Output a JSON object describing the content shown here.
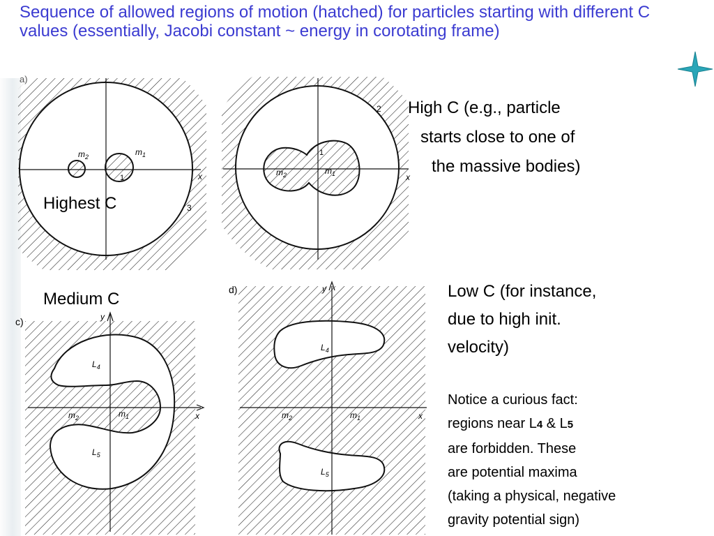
{
  "title": "Sequence of allowed regions of motion (hatched) for particles starting with different C values (essentially, Jacobi constant ~ energy in corotating frame)",
  "labels": {
    "highest": "Highest C",
    "high": [
      "High C (e.g., particle",
      "starts close to one of",
      "the massive bodies)"
    ],
    "medium": "Medium C",
    "low": [
      "Low C (for instance,",
      "due to high init.",
      "velocity)"
    ]
  },
  "notice": {
    "line1": "Notice a curious fact:",
    "line2_prefix": "regions near L",
    "l4_sub": "4",
    "amp": " & L",
    "l5_sub": "5",
    "line3": "are forbidden. These",
    "line4": "are potential maxima",
    "line5": "(taking a physical, negative",
    "line6": "gravity potential sign)"
  },
  "panels": {
    "a": {
      "m2": "m",
      "m2_sub": "2",
      "m1": "m",
      "m1_sub": "1",
      "x": "x",
      "one": "1",
      "three": "3",
      "corner": "a)"
    },
    "b": {
      "m2": "m",
      "m2_sub": "2",
      "m1": "m",
      "m1_sub": "1",
      "x": "x",
      "one": "1",
      "two": "2"
    },
    "c": {
      "corner": "c)",
      "y": "y",
      "x": "x",
      "m2": "m",
      "m2_sub": "2",
      "m1": "m",
      "m1_sub": "1",
      "l4": "L",
      "l4_sub": "4",
      "l5": "L",
      "l5_sub": "5"
    },
    "d": {
      "corner": "d)",
      "y": "y",
      "x": "x",
      "m2": "m",
      "m2_sub": "2",
      "m1": "m",
      "m1_sub": "1",
      "l4": "L",
      "l4_sub": "4",
      "l5": "L",
      "l5_sub": "5"
    }
  },
  "colors": {
    "title": "#3b3bd1",
    "star": "#2aa6b8"
  }
}
